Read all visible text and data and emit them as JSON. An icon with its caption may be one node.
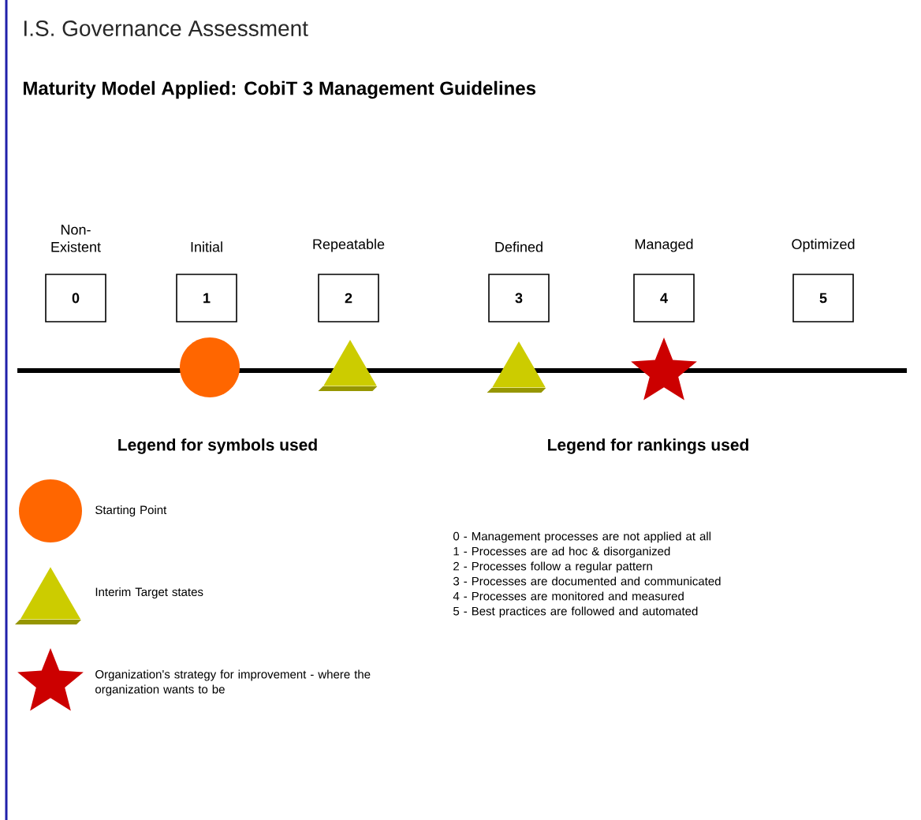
{
  "diagram": {
    "title": "I.S. Governance Assessment",
    "nodes": [
      {
        "text": [
          "0"
        ],
        "beside": [
          "Non- Existent"
        ]
      },
      {
        "text": [
          "1"
        ],
        "beside": [
          "Initial"
        ]
      },
      {
        "text": [
          "2"
        ],
        "beside": [
          "Repeatable"
        ]
      },
      {
        "text": [
          "3"
        ],
        "beside": [
          "Defined"
        ]
      },
      {
        "text": [
          "4"
        ],
        "beside": [
          "Managed"
        ]
      },
      {
        "text": [
          "5"
        ],
        "beside": [
          "Optimized"
        ]
      },
      {
        "text": [],
        "shape": "circle"
      },
      {
        "text": [],
        "shape": "triangle"
      },
      {
        "text": [],
        "shape": "triangle"
      },
      {
        "text": [],
        "shape": "star"
      }
    ],
    "labels": [
      "Maturity Model Applied: CobiT 3 Management Guidelines",
      "Legend for symbols used",
      "Legend for rankings used",
      "0 - Management processes are not applied at all",
      "1 - Processes are ad hoc & disorganized",
      "2 - Processes follow a regular pattern",
      "3 - Processes are documented and communicated",
      "4 - Processes are monitored and measured",
      "5 - Best practices are followed and automated"
    ],
    "legend": [
      {
        "text": "Starting Point"
      },
      {
        "text": "Interim Target states"
      },
      {
        "text": "Organization's strategy for improvement -  where the organization wants to be"
      }
    ]
  }
}
